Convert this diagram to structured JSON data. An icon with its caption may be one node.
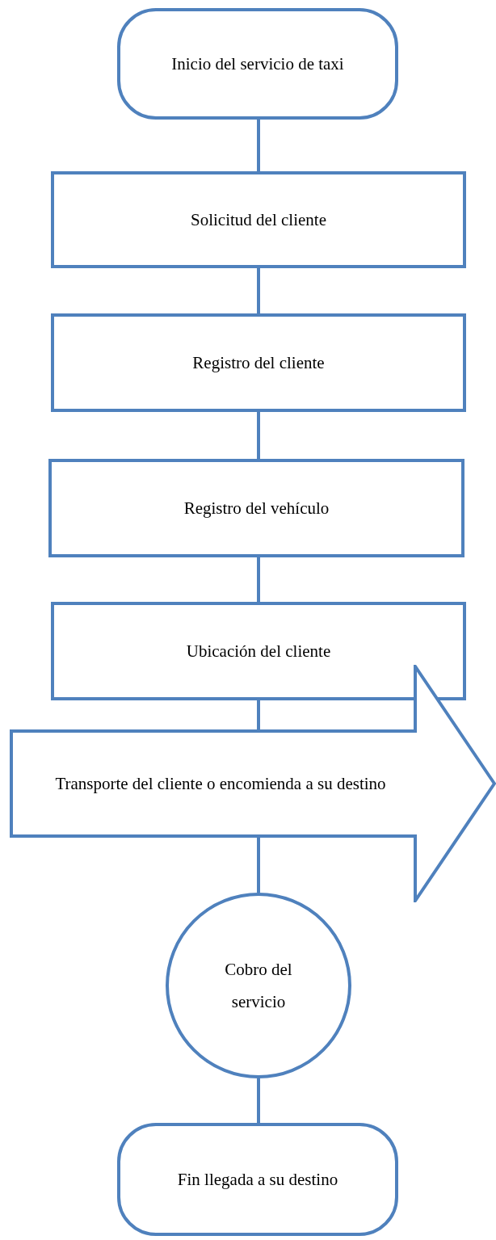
{
  "diagram": {
    "nodes": [
      {
        "text": [
          "Inicio del servicio de taxi"
        ]
      },
      {
        "text": [
          "Solicitud del cliente"
        ]
      },
      {
        "text": [
          "Registro del cliente"
        ]
      },
      {
        "text": [
          "Registro del vehículo"
        ]
      },
      {
        "text": [
          "Ubicación del cliente"
        ]
      },
      {
        "text": [
          "Transporte del cliente o encomienda a su destino"
        ]
      },
      {
        "text": [
          "Cobro del servicio"
        ]
      },
      {
        "text": [
          "Fin llegada a su destino"
        ]
      }
    ],
    "edges": [
      {
        "from": 0,
        "to": 1,
        "arrow": "none"
      },
      {
        "from": 1,
        "to": 2,
        "arrow": "none"
      },
      {
        "from": 2,
        "to": 3,
        "arrow": "none"
      },
      {
        "from": 3,
        "to": 4,
        "arrow": "none"
      },
      {
        "from": 4,
        "to": 5,
        "arrow": "none"
      },
      {
        "from": 5,
        "to": 6,
        "arrow": "none"
      },
      {
        "from": 6,
        "to": 7,
        "arrow": "none"
      }
    ]
  }
}
